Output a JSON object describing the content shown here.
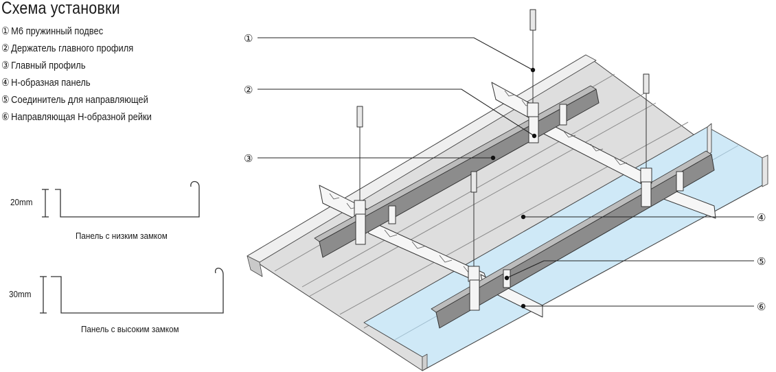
{
  "title": "Схема установки",
  "legend": [
    {
      "num": "①",
      "text": "M6 пружинный подвес"
    },
    {
      "num": "②",
      "text": "Держатель главного профиля"
    },
    {
      "num": "③",
      "text": "Главный профиль"
    },
    {
      "num": "④",
      "text": "H-образная панель"
    },
    {
      "num": "⑤",
      "text": "Соединитель для направляющей"
    },
    {
      "num": "⑥",
      "text": "Направляющая H-образной рейки"
    }
  ],
  "profiles": [
    {
      "height_label": "20mm",
      "caption": "Панель с низким замком"
    },
    {
      "height_label": "30mm",
      "caption": "Панель с высоким замком"
    }
  ],
  "callouts": [
    "①",
    "②",
    "③",
    "④",
    "⑤",
    "⑥"
  ],
  "colors": {
    "panel": "#dcdcdc",
    "panel_blue": "#cfe9f7",
    "profile": "#8c8c8c",
    "metal": "#f4f4f4",
    "stroke": "#333333"
  }
}
